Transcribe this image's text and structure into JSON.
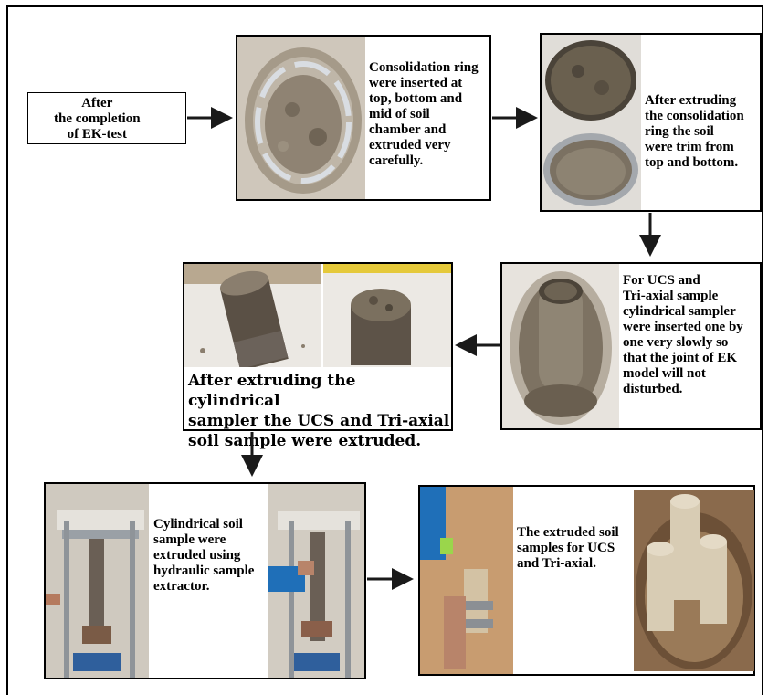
{
  "steps": {
    "start": "After\nthe completion\nof EK-test",
    "step1": "Consolidation ring\nwere inserted at\ntop, bottom and\nmid of soil\nchamber and\nextruded very\ncarefully.",
    "step2": "After extruding\nthe consolidation\nring the soil\nwere trim from\ntop and bottom.",
    "step3": "For UCS and\nTri-axial sample\ncylindrical sampler\nwere inserted one by\none very slowly so\nthat the joint of EK\nmodel will not\ndisturbed.",
    "step4": "After extruding the cylindrical\n sampler the UCS and Tri-axial\nsoil sample were extruded.",
    "step5": "Cylindrical soil\nsample were\nextruded using\nhydraulic sample\nextractor.",
    "step6": "The extruded soil\nsamples for UCS\n and Tri-axial."
  },
  "colors": {
    "soil": "#8a7e6e",
    "soil_dark": "#5e5547",
    "ring": "#c9ccd0",
    "background_wall": "#e6e2dc",
    "steel": "#9aa0a6",
    "glove_blue": "#1f6fb8",
    "glove_green": "#9ad64b"
  }
}
